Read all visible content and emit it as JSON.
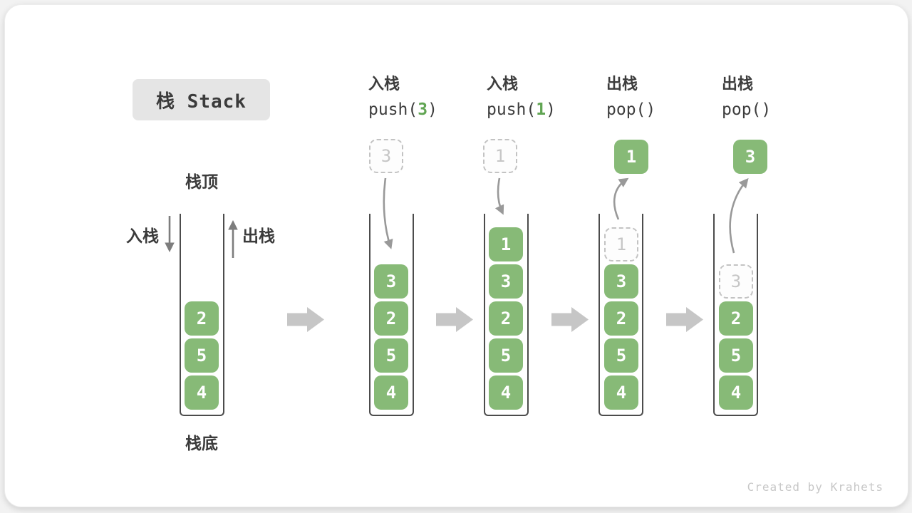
{
  "title": "栈 Stack",
  "watermark": "Created by Krahets",
  "labels": {
    "stack_top": "栈顶",
    "stack_bottom": "栈底",
    "push_side": "入栈",
    "pop_side": "出栈"
  },
  "colors": {
    "block_green": "#87ba77",
    "code_arg_green": "#61a553",
    "ghost_gray": "#c6c6c6",
    "curve_arrow_gray": "#999999",
    "side_arrow_gray": "#7d7d7d",
    "chevron_gray": "#c6c6c6",
    "container_border": "#4c4c4c",
    "title_box_bg": "#e5e5e5",
    "text_dark": "#3d3d3d"
  },
  "operations": [
    {
      "action": "入栈",
      "code_pre": "push(",
      "code_arg": "3",
      "code_post": ")"
    },
    {
      "action": "入栈",
      "code_pre": "push(",
      "code_arg": "1",
      "code_post": ")"
    },
    {
      "action": "出栈",
      "code_pre": "pop(",
      "code_arg": "",
      "code_post": ")"
    },
    {
      "action": "出栈",
      "code_pre": "pop(",
      "code_arg": "",
      "code_post": ")"
    }
  ],
  "stacks": [
    {
      "blocks": [
        "2",
        "5",
        "4"
      ]
    },
    {
      "floater": "3",
      "blocks": [
        "3",
        "2",
        "5",
        "4"
      ]
    },
    {
      "floater": "1",
      "blocks": [
        "1",
        "3",
        "2",
        "5",
        "4"
      ]
    },
    {
      "floater": "1",
      "ghost": "1",
      "blocks": [
        "3",
        "2",
        "5",
        "4"
      ]
    },
    {
      "floater": "3",
      "ghost": "3",
      "blocks": [
        "2",
        "5",
        "4"
      ]
    }
  ]
}
